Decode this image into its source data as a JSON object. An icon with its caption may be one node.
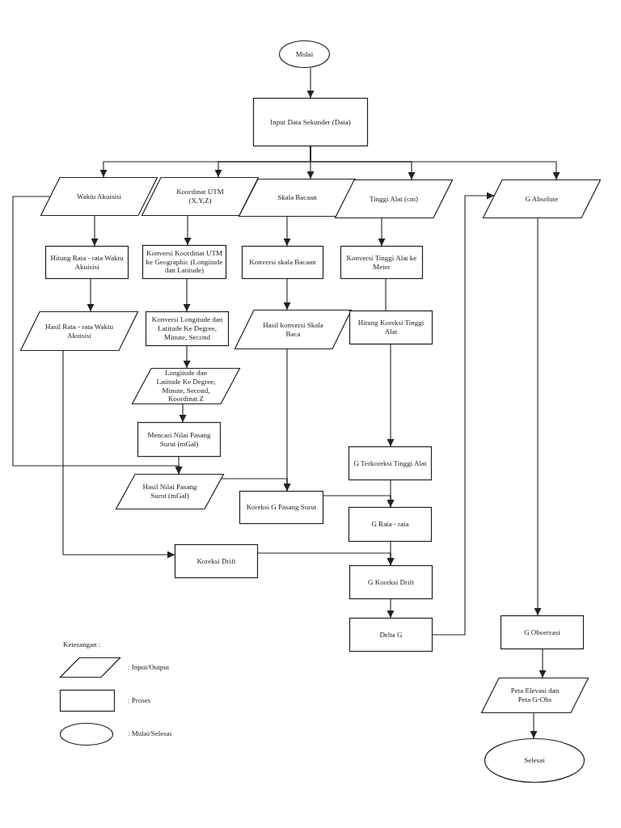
{
  "diagram": {
    "nodes": [
      {
        "text": [
          "Mulai"
        ]
      },
      {
        "text": [
          "Input Data Sekunder (Data)"
        ]
      },
      {
        "text": [
          "Waktu Akuisisi"
        ]
      },
      {
        "text": [
          "Koordinat UTM (X,Y,Z)"
        ]
      },
      {
        "text": [
          "Skala Bacaan"
        ]
      },
      {
        "text": [
          "Tinggi Alat (cm)"
        ]
      },
      {
        "text": [
          "G Absolute"
        ]
      },
      {
        "text": [
          "Hitung Rata - rata Waktu Akuisisi"
        ]
      },
      {
        "text": [
          "Konversi Koordinat UTM ke Geographic (Longitude dan Latitude)"
        ]
      },
      {
        "text": [
          "Konversi skala Bacaan"
        ]
      },
      {
        "text": [
          "Konversi Tinggi Alat ke Meter"
        ]
      },
      {
        "text": [
          "Hasil Rata - rata Waktu Akuisisi"
        ]
      },
      {
        "text": [
          "Konversi Longitude dan Latitude Ke Degree, Minute, Second"
        ]
      },
      {
        "text": [
          "Hasil konversi Skala Baca"
        ]
      },
      {
        "text": [
          "Hitung Koreksi Tinggi Alat"
        ]
      },
      {
        "text": [
          "Longitude dan Latitude Ke Degree, Minute, Second, Koordinat Z"
        ]
      },
      {
        "text": [
          "Mencari Nilai Pasang Surut (mGal)"
        ]
      },
      {
        "text": [
          "Hasil Nilai Pasang Surut (mGal)"
        ]
      },
      {
        "text": [
          "Koreksi G Pasang Surut"
        ]
      },
      {
        "text": [
          "Koreksi Drift"
        ]
      },
      {
        "text": [
          "G Terkoreksi Tinggi Alat"
        ]
      },
      {
        "text": [
          "G Rata - rata"
        ]
      },
      {
        "text": [
          "G Koreksi  Drift"
        ]
      },
      {
        "text": [
          "Delta G"
        ]
      },
      {
        "text": [
          "G Observasi"
        ]
      },
      {
        "text": [
          "Peta Elevasi dan Peta G-Obs"
        ]
      },
      {
        "text": [
          "Selesai"
        ]
      }
    ],
    "edges": [
      {
        "from": 0,
        "to": 1,
        "arrow": "to"
      },
      {
        "from": 1,
        "to": 2,
        "arrow": "to"
      },
      {
        "from": 1,
        "to": 3,
        "arrow": "to"
      },
      {
        "from": 1,
        "to": 4,
        "arrow": "to"
      },
      {
        "from": 1,
        "to": 5,
        "arrow": "to"
      },
      {
        "from": 1,
        "to": 6,
        "arrow": "to"
      },
      {
        "from": 2,
        "to": 7,
        "arrow": "to"
      },
      {
        "from": 7,
        "to": 11,
        "arrow": "to"
      },
      {
        "from": 3,
        "to": 8,
        "arrow": "to"
      },
      {
        "from": 8,
        "to": 12,
        "arrow": "to"
      },
      {
        "from": 12,
        "to": 15,
        "arrow": "to"
      },
      {
        "from": 15,
        "to": 16,
        "arrow": "to"
      },
      {
        "from": 16,
        "to": 17,
        "arrow": "to"
      },
      {
        "from": 2,
        "to": 17,
        "arrow": "to"
      },
      {
        "from": 4,
        "to": 9,
        "arrow": "to"
      },
      {
        "from": 9,
        "to": 13,
        "arrow": "to"
      },
      {
        "from": 13,
        "to": 18,
        "arrow": "to"
      },
      {
        "from": 17,
        "to": 18,
        "arrow": "to"
      },
      {
        "from": 5,
        "to": 10,
        "arrow": "to"
      },
      {
        "from": 10,
        "to": 14,
        "arrow": "none"
      },
      {
        "from": 14,
        "to": 20,
        "arrow": "to"
      },
      {
        "from": 20,
        "to": 21,
        "arrow": "to"
      },
      {
        "from": 18,
        "to": 21,
        "arrow": "to"
      },
      {
        "from": 21,
        "to": 22,
        "arrow": "to"
      },
      {
        "from": 11,
        "to": 19,
        "arrow": "to"
      },
      {
        "from": 19,
        "to": 22,
        "arrow": "to"
      },
      {
        "from": 22,
        "to": 23,
        "arrow": "to"
      },
      {
        "from": 23,
        "to": 6,
        "arrow": "to"
      },
      {
        "from": 6,
        "to": 24,
        "arrow": "to"
      },
      {
        "from": 24,
        "to": 25,
        "arrow": "to"
      },
      {
        "from": 25,
        "to": 26,
        "arrow": "to"
      }
    ],
    "labels": [
      "Keterangan :"
    ],
    "legend": [
      {
        "text": ": Input/Output"
      },
      {
        "text": ": Proses"
      },
      {
        "text": ": Mulai/Selesai"
      }
    ]
  }
}
